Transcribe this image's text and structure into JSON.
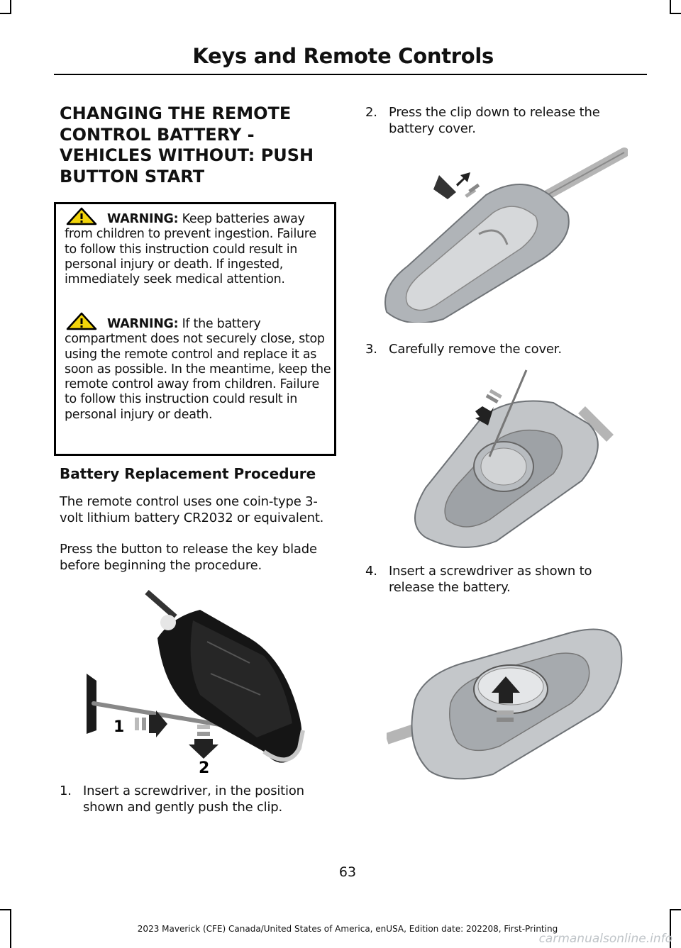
{
  "header": {
    "title": "Keys and Remote Controls"
  },
  "section": {
    "title": "CHANGING THE REMOTE CONTROL BATTERY - VEHICLES WITHOUT: PUSH BUTTON START"
  },
  "warnings": [
    {
      "label": "WARNING:",
      "text": " Keep batteries away from children to prevent ingestion. Failure to follow this instruction could result in personal injury or death. If ingested, immediately seek medical attention."
    },
    {
      "label": "WARNING:",
      "text": " If the battery compartment does not securely close, stop using the remote control and replace it as soon as possible. In the meantime, keep the remote control away from children. Failure to follow this instruction could result in personal injury or death."
    }
  ],
  "procedure": {
    "heading": "Battery Replacement Procedure",
    "intro": [
      "The remote control uses one coin-type 3-volt lithium battery CR2032 or equivalent.",
      "Press the button to release the key blade before beginning the procedure."
    ],
    "steps": [
      {
        "num": "1.",
        "text": "Insert a screwdriver, in the position shown and gently push the clip."
      },
      {
        "num": "2.",
        "text": "Press the clip down to release the battery cover."
      },
      {
        "num": "3.",
        "text": "Carefully remove the cover."
      },
      {
        "num": "4.",
        "text": "Insert a screwdriver as shown to release the battery."
      }
    ]
  },
  "figures": {
    "fig1": {
      "callouts": [
        "1",
        "2"
      ]
    }
  },
  "icons": {
    "warning": "warning-triangle-icon"
  },
  "page_number": "63",
  "footer": "2023 Maverick (CFE) Canada/United States of America, enUSA, Edition date: 202208, First-Printing",
  "watermark": "carmanualsonline.info"
}
